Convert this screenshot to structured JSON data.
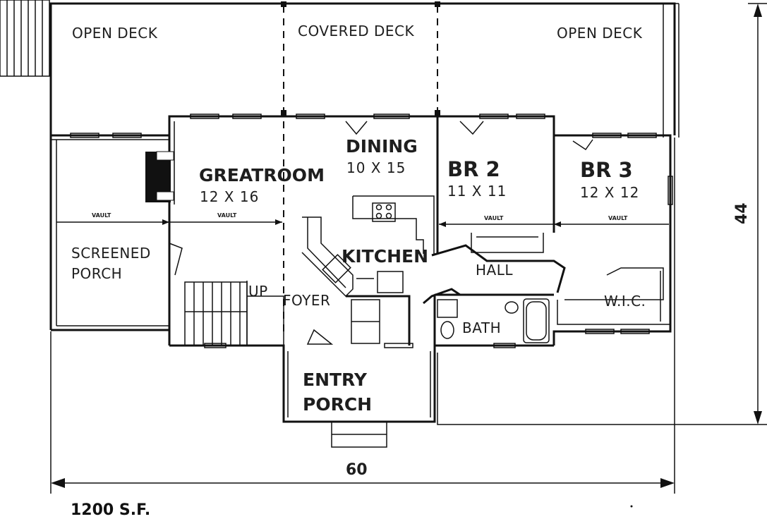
{
  "plan": {
    "area_total": "1200 S.F.",
    "dim_width": "60",
    "dim_depth": "44",
    "vault_tag": "VAULT"
  },
  "rooms": {
    "open_deck_left": "OPEN DECK",
    "covered_deck": "COVERED DECK",
    "open_deck_right": "OPEN DECK",
    "dining": {
      "name": "DINING",
      "size": "10 X 15"
    },
    "greatroom": {
      "name": "GREATROOM",
      "size": "12 X 16"
    },
    "br2": {
      "name": "BR 2",
      "size": "11 X 11"
    },
    "br3": {
      "name": "BR 3",
      "size": "12 X 12"
    },
    "screened_porch": {
      "line1": "SCREENED",
      "line2": "PORCH"
    },
    "kitchen": "KITCHEN",
    "hall": "HALL",
    "up": "UP",
    "foyer": "FOYER",
    "wic": "W.I.C.",
    "bath": "BATH",
    "entry_porch": {
      "line1": "ENTRY",
      "line2": "PORCH"
    }
  }
}
